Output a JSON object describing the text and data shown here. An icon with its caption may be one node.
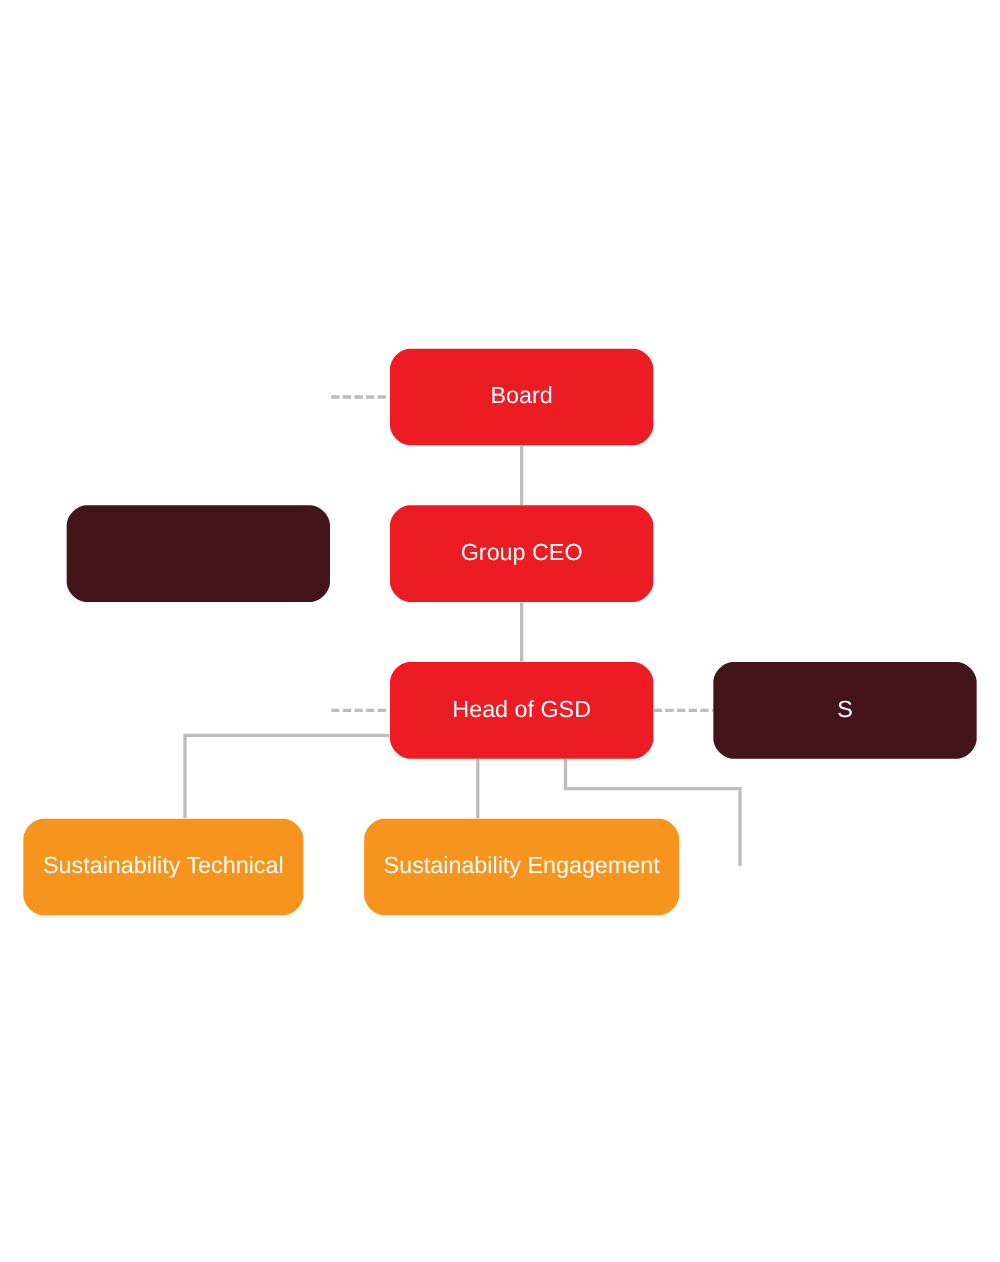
{
  "diagram": {
    "nodes": [
      {
        "text": [
          "Board"
        ]
      },
      {
        "text": [],
        "shape": "box"
      },
      {
        "text": [
          "Group CEO"
        ]
      },
      {
        "text": [
          "Head of GSD"
        ]
      },
      {
        "text": [
          "S"
        ]
      },
      {
        "text": [
          "Sustainability Technical"
        ]
      },
      {
        "text": [
          "Sustainability Engagement"
        ]
      }
    ],
    "edges": [
      {
        "from": null,
        "to": 0,
        "arrow": "none",
        "style": "dashed"
      },
      {
        "from": 0,
        "to": 2,
        "arrow": "none"
      },
      {
        "from": 2,
        "to": 3,
        "arrow": "none"
      },
      {
        "from": 3,
        "to": null,
        "arrow": "none"
      },
      {
        "from": 3,
        "to": 4,
        "arrow": "none",
        "style": "dashed"
      },
      {
        "from": 3,
        "to": 5,
        "arrow": "none"
      },
      {
        "from": 3,
        "to": 6,
        "arrow": "none"
      },
      {
        "from": null,
        "to": 3,
        "arrow": "none",
        "style": "dashed"
      }
    ]
  }
}
